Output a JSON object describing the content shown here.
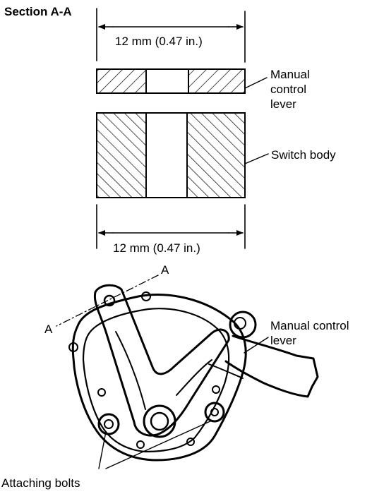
{
  "section_title": "Section A-A",
  "dimension_top": "12 mm (0.47 in.)",
  "dimension_bottom": "12 mm (0.47 in.)",
  "label_manual_control_lever_top": [
    "Manual",
    "control",
    "lever"
  ],
  "label_switch_body": "Switch body",
  "section_marker_top": "A",
  "section_marker_left": "A",
  "label_manual_control_lever_bottom": [
    "Manual control",
    "lever"
  ],
  "label_attaching_bolts": "Attaching bolts"
}
